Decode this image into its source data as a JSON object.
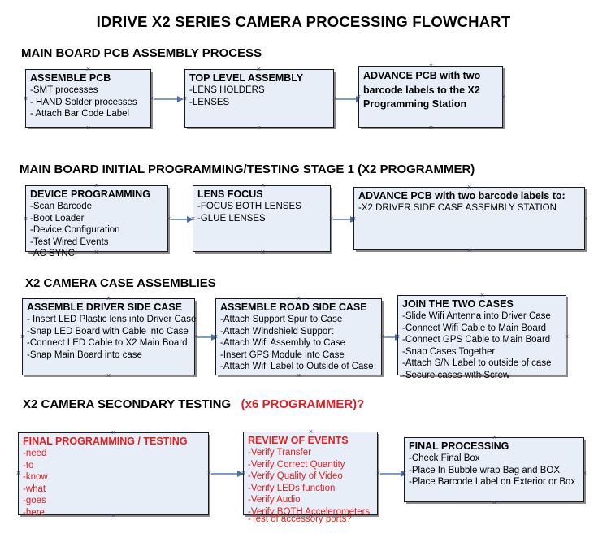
{
  "document": {
    "title": "IDRIVE X2  SERIES CAMERA PROCESSING FLOWCHART",
    "accent_color": "#d81f26",
    "box_fill": "#e8eef8",
    "box_border": "#1a1a1a",
    "connector_color": "#7f9dc0"
  },
  "sections": [
    {
      "id": "main-board-pcb-assembly-process",
      "heading": "MAIN BOARD PCB ASSEMBLY PROCESS",
      "heading_accent": "",
      "nodes": [
        {
          "id": "assemble-pcb",
          "title": "ASSEMBLE PCB",
          "lines": [
            "-SMT processes",
            "- HAND Solder processes",
            "- Attach Bar Code Label"
          ]
        },
        {
          "id": "top-level-assembly",
          "title": "TOP LEVEL ASSEMBLY",
          "lines": [
            "-LENS HOLDERS",
            "-LENSES"
          ]
        },
        {
          "id": "advance-pcb-to-x2-programming-station",
          "title": "ADVANCE PCB with two barcode labels to the  X2 Programming Station",
          "lines": []
        }
      ]
    },
    {
      "id": "main-board-initial-programming-testing-stage-1",
      "heading": "MAIN BOARD INITIAL PROGRAMMING/TESTING STAGE 1 (X2 PROGRAMMER)",
      "heading_accent": "",
      "nodes": [
        {
          "id": "device-programming",
          "title": "DEVICE PROGRAMMING",
          "lines": [
            "-Scan Barcode",
            "-Boot Loader",
            "-Device Configuration",
            "-Test Wired Events",
            "-AC SYNC"
          ]
        },
        {
          "id": "lens-focus",
          "title": "LENS FOCUS",
          "lines": [
            "-FOCUS BOTH LENSES",
            "-GLUE LENSES"
          ]
        },
        {
          "id": "advance-pcb-to-driver-side-case-assembly",
          "title": "ADVANCE PCB with two barcode labels to:",
          "lines": [
            "-X2 DRIVER  SIDE  CASE  ASSEMBLY STATION"
          ]
        }
      ]
    },
    {
      "id": "x2-camera-case-assemblies",
      "heading": "X2 CAMERA CASE ASSEMBLIES",
      "heading_accent": "",
      "nodes": [
        {
          "id": "assemble-driver-side-case",
          "title": "ASSEMBLE DRIVER SIDE CASE",
          "lines": [
            "- Insert LED Plastic lens into Driver Case",
            "-Snap LED Board with Cable into Case",
            "-Connect LED Cable to X2 Main Board",
            "-Snap Main Board into case"
          ]
        },
        {
          "id": "assemble-road-side-case",
          "title": "ASSEMBLE ROAD SIDE CASE",
          "lines": [
            "-Attach Support Spur to Case",
            "-Attach Windshield Support",
            "-Attach Wifi Assembly to Case",
            "-Insert GPS Module into Case",
            "-Attach Wifi Label to Outside of Case"
          ]
        },
        {
          "id": "join-the-two-cases",
          "title": "JOIN THE TWO CASES",
          "lines": [
            "-Slide Wifi Antenna into Driver Case",
            "-Connect Wifi Cable to Main Board",
            "-Connect GPS Cable to Main Board",
            "-Snap Cases Together",
            "-Attach S/N Label to outside of case",
            "-Secure cases with Screw"
          ]
        }
      ]
    },
    {
      "id": "x2-camera-secondary-testing",
      "heading": "X2 CAMERA SECONDARY TESTING",
      "heading_accent": "(x6 PROGRAMMER)?",
      "nodes": [
        {
          "id": "final-programming-testing",
          "title": "FINAL PROGRAMMING / TESTING",
          "lines": [
            "-need",
            "-to",
            "-know",
            "-what",
            "-goes",
            "-here"
          ]
        },
        {
          "id": "review-of-events",
          "title": "REVIEW OF EVENTS",
          "lines": [
            "-Verify Transfer",
            "-Verify Correct Quantity",
            "-Verify Quality of Video",
            "-Verify LEDs function",
            "-Verify Audio",
            "-Verify BOTH Accelerometers"
          ],
          "overflow_line": "-Test of accessory ports?"
        },
        {
          "id": "final-processing",
          "title": "FINAL PROCESSING",
          "lines": [
            " -Check Final Box",
            "-Place In Bubble wrap Bag and BOX",
            "-Place Barcode Label on Exterior or Box"
          ]
        }
      ]
    }
  ]
}
